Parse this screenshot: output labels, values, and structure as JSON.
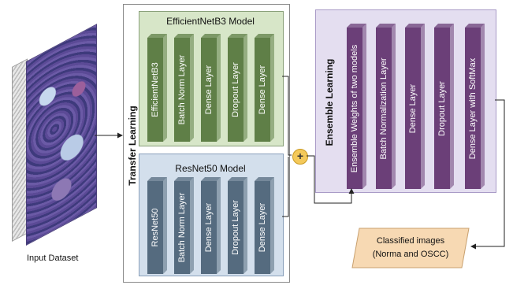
{
  "input_dataset": {
    "label": "Input Dataset"
  },
  "transfer_learning": {
    "label": "Transfer Learning",
    "models": [
      {
        "title": "EfficientNetB3 Model",
        "layers": [
          "EfficientNetB3",
          "Batch Norm Layer",
          "Dense Layer",
          "Dropout Layer",
          "Dense Layer"
        ]
      },
      {
        "title": "ResNet50 Model",
        "layers": [
          "ResNet50",
          "Batch Norm Layer",
          "Dense Layer",
          "Dropout Layer",
          "Dense Layer"
        ]
      }
    ]
  },
  "combine": {
    "symbol": "+"
  },
  "ensemble_learning": {
    "label": "Ensemble Learning",
    "layers": [
      "Ensemble Weights of two models",
      "Batch Normalization Layer",
      "Dense Layer",
      "Dropout Layer",
      "Dense Layer with SoftMax"
    ]
  },
  "output": {
    "line1": "Classified images",
    "line2": "(Norma and OSCC)"
  },
  "colors": {
    "green_panel": "#d7e6c8",
    "green_layer": "#5f7f47",
    "blue_panel": "#d3dfec",
    "blue_layer": "#556b7f",
    "purple_panel": "#e4def0",
    "purple_layer": "#6b3f78",
    "output_fill": "#f7d9b3",
    "plus": "#f4c95a"
  }
}
